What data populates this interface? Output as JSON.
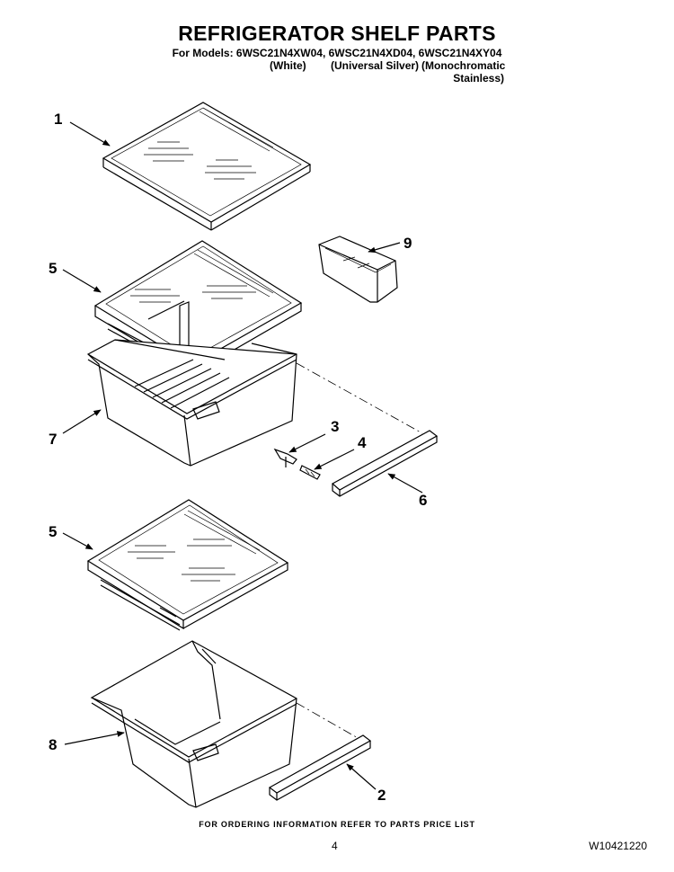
{
  "header": {
    "title": "REFRIGERATOR SHELF PARTS",
    "models_line": "For Models: 6WSC21N4XW04, 6WSC21N4XD04, 6WSC21N4XY04",
    "variant_1": "(White)",
    "variant_2": "(Universal Silver)",
    "variant_3_line1": "(Monochromatic",
    "variant_3_line2": "Stainless)"
  },
  "callouts": {
    "c1": "1",
    "c5a": "5",
    "c9": "9",
    "c7": "7",
    "c3": "3",
    "c4": "4",
    "c6": "6",
    "c5b": "5",
    "c8": "8",
    "c2": "2"
  },
  "footer": {
    "note": "FOR ORDERING INFORMATION REFER TO PARTS PRICE LIST",
    "page_number": "4",
    "document_number": "W10421220"
  }
}
